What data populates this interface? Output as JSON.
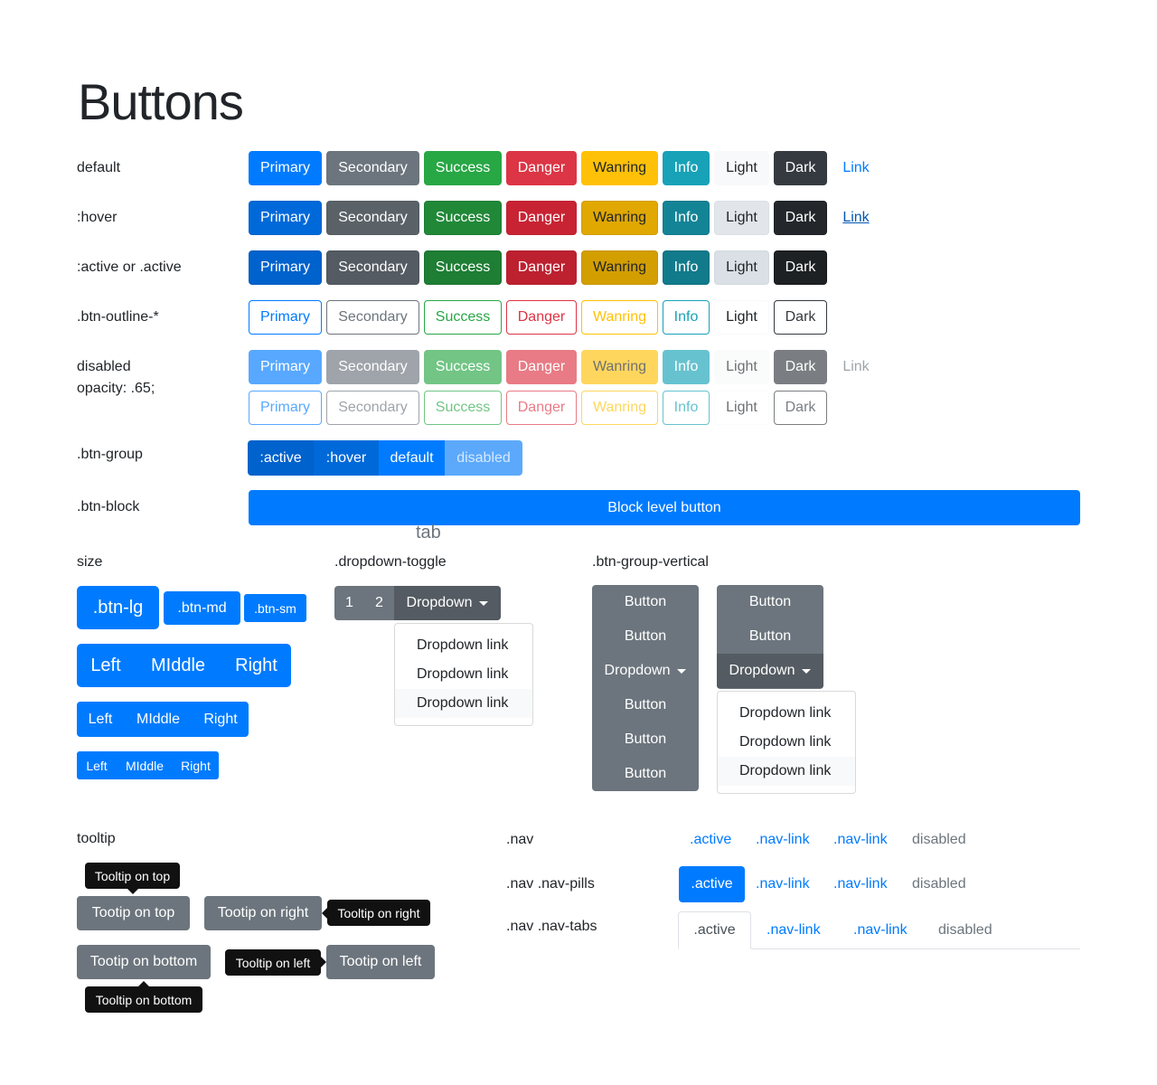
{
  "title": "Buttons",
  "labels": {
    "default": "default",
    "hover": ":hover",
    "active": ":active or .active",
    "outline": ".btn-outline-*",
    "disabled": "disabled",
    "disabled_note": "opacity: .65;",
    "btn_group": ".btn-group",
    "btn_block": ".btn-block",
    "tab_note": "tab",
    "size": "size",
    "dropdown_toggle": ".dropdown-toggle",
    "btn_group_vertical": ".btn-group-vertical",
    "tooltip": "tooltip",
    "nav": ".nav",
    "nav_pills": ".nav .nav-pills",
    "nav_tabs": ".nav .nav-tabs"
  },
  "variants": {
    "primary": "Primary",
    "secondary": "Secondary",
    "success": "Success",
    "danger": "Danger",
    "warning": "Wanring",
    "info": "Info",
    "light": "Light",
    "dark": "Dark",
    "link": "Link"
  },
  "btn_group": {
    "active": ":active",
    "hover": ":hover",
    "default": "default",
    "disabled": "disabled"
  },
  "block_button": "Block level button",
  "sizes": {
    "lg": ".btn-lg",
    "md": ".btn-md",
    "sm": ".btn-sm"
  },
  "lmr": {
    "left": "Left",
    "middle": "MIddle",
    "right": "Right"
  },
  "dropdown": {
    "one": "1",
    "two": "2",
    "toggle": "Dropdown",
    "items": [
      "Dropdown link",
      "Dropdown link",
      "Dropdown link"
    ]
  },
  "vertical": {
    "button": "Button",
    "dropdown": "Dropdown",
    "items": [
      "Dropdown link",
      "Dropdown link",
      "Dropdown link"
    ]
  },
  "tooltips": {
    "top_btn": "Tootip on top",
    "top_tip": "Tooltip on top",
    "right_btn": "Tootip on right",
    "right_tip": "Tooltip on right",
    "bottom_btn": "Tootip on bottom",
    "bottom_tip": "Tooltip on bottom",
    "left_btn": "Tootip on left",
    "left_tip": "Tooltip on left"
  },
  "nav": {
    "active": ".active",
    "link": ".nav-link",
    "disabled": "disabled"
  },
  "colors": {
    "primary": "#007bff",
    "secondary": "#6c757d",
    "success": "#28a745",
    "danger": "#dc3545",
    "warning": "#ffc107",
    "info": "#17a2b8",
    "light": "#f8f9fa",
    "dark": "#343a40"
  }
}
